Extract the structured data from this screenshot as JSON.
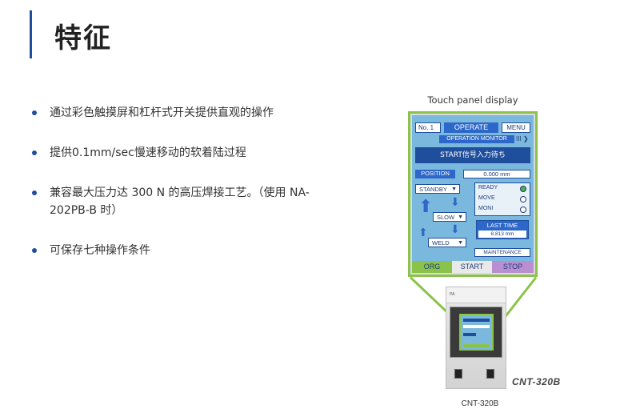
{
  "page": {
    "title": "特征"
  },
  "features": [
    {
      "text": "通过彩色触摸屏和杠杆式开关提供直观的操作"
    },
    {
      "text": "提供0.1mm/sec慢速移动的软着陆过程"
    },
    {
      "text": "兼容最大压力达 300 N 的高压焊接工艺。（使用 NA-202PB-B 时）"
    },
    {
      "text": "可保存七种操作条件"
    }
  ],
  "touch_panel": {
    "caption": "Touch panel display",
    "number": "No.  1",
    "operate": "OPERATE",
    "menu": "MENU",
    "operation_monitor": "OPERATION MONITOR",
    "monitor_icon": "III ❯",
    "start_message": "START信号入力待ち",
    "position_label": "POSITION",
    "position_value": "0.000    mm",
    "standby": "STANDBY",
    "slow": "SLOW",
    "weld": "WELD",
    "status": [
      {
        "label": "READY",
        "selected": true
      },
      {
        "label": "MOVE",
        "selected": false
      },
      {
        "label": "MONI",
        "selected": false
      }
    ],
    "last_time_label": "LAST TIME",
    "last_time_value": "8.813    mm",
    "maintenance": "MAINTENANCE",
    "buttons": {
      "org": "ORG",
      "start": "START",
      "stop": "STOP"
    },
    "colors": {
      "frame": "#8bc34a",
      "screen": "#7ab8dd",
      "accent": "#2d67c9",
      "org": "#8bc34a",
      "stop": "#ba8fd2"
    }
  },
  "device": {
    "model_label": "CNT-320B",
    "caption": "CNT-320B"
  },
  "icons": {
    "dropdown": "▼",
    "arrow_down": "⬇",
    "arrow_up": "⬆"
  }
}
